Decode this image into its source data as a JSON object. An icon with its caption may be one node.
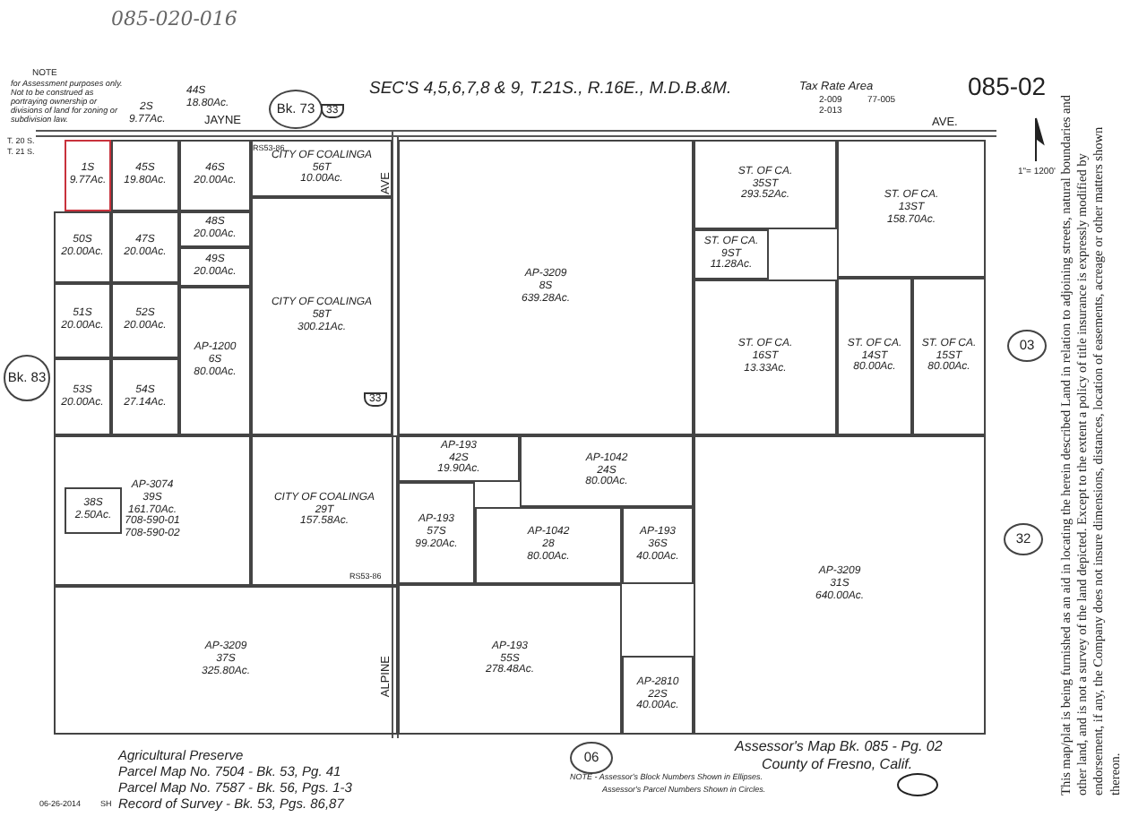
{
  "diagram": {
    "nodes": [
      {
        "text": [
          "Bk. 73"
        ]
      },
      {
        "text": [
          "1S",
          "9.77Ac."
        ]
      },
      {
        "text": [
          "45S",
          "19.80Ac."
        ]
      },
      {
        "text": [
          "46S",
          "20.00Ac."
        ]
      },
      {
        "text": [
          "50S",
          "20.00Ac."
        ]
      },
      {
        "text": [
          "47S",
          "20.00Ac."
        ]
      },
      {
        "text": [
          "48S",
          "20.00Ac."
        ]
      },
      {
        "text": [
          "49S",
          "20.00Ac."
        ]
      },
      {
        "text": [
          "CITY OF COALINGA",
          "56T",
          "10.00Ac."
        ]
      },
      {
        "text": [
          "CITY OF COALINGA",
          "58T",
          "300.21Ac."
        ]
      },
      {
        "text": [
          "AP-3209",
          "8S",
          "639.28Ac."
        ]
      },
      {
        "text": [
          "ST. OF CA.",
          "35ST",
          "293.52Ac."
        ]
      },
      {
        "text": [
          "ST. OF CA.",
          "13ST",
          "158.70Ac."
        ]
      },
      {
        "text": [
          "ST. OF CA.",
          "9ST",
          "11.28Ac."
        ]
      },
      {
        "text": [
          "ST. OF CA.",
          "16ST",
          "13.33Ac."
        ]
      },
      {
        "text": [
          "ST. OF CA.",
          "14ST",
          "80.00Ac."
        ]
      },
      {
        "text": [
          "ST. OF CA.",
          "15ST",
          "80.00Ac."
        ]
      },
      {
        "text": [
          "03"
        ]
      },
      {
        "text": [
          "51S",
          "20.00Ac."
        ]
      },
      {
        "text": [
          "52S",
          "20.00Ac."
        ]
      },
      {
        "text": [
          "AP-1200",
          "6S",
          "80.00Ac."
        ]
      },
      {
        "text": [
          "53S",
          "20.00Ac."
        ]
      },
      {
        "text": [
          "54S",
          "27.14Ac."
        ]
      },
      {
        "text": [
          "Bk. 83"
        ]
      },
      {
        "text": [
          "AP-3074",
          "39S",
          "161.70Ac.",
          "708-590-01",
          "708-590-02"
        ]
      },
      {
        "text": [
          "38S",
          "2.50Ac."
        ],
        "in": 24
      },
      {
        "text": [
          "CITY OF COALINGA",
          "29T",
          "157.58Ac."
        ]
      },
      {
        "text": [
          "AP-193",
          "42S",
          "19.90Ac."
        ]
      },
      {
        "text": [
          "AP-193",
          "57S",
          "99.20Ac."
        ]
      },
      {
        "text": [
          "AP-1042",
          "24S",
          "80.00Ac."
        ]
      },
      {
        "text": [
          "AP-1042",
          "28",
          "80.00Ac."
        ]
      },
      {
        "text": [
          "AP-193",
          "36S",
          "40.00Ac."
        ]
      },
      {
        "text": [
          "32"
        ]
      },
      {
        "text": [
          "AP-3209",
          "37S",
          "325.80Ac."
        ]
      },
      {
        "text": [
          "AP-193",
          "55S",
          "278.48Ac."
        ]
      },
      {
        "text": [
          "AP-2810",
          "22S",
          "40.00Ac."
        ]
      },
      {
        "text": [
          "AP-3209",
          "31S",
          "640.00Ac."
        ]
      },
      {
        "text": [
          "06"
        ]
      }
    ],
    "labels": [
      "085-020-016",
      "NOTE",
      "for Assessment purposes only. Not to be construed as portraying ownership or divisions of land for zoning or subdivision law.",
      "44S",
      "18.80Ac.",
      "2S",
      "9.77Ac.",
      "JAYNE",
      "SEC'S 4,5,6,7,8 & 9, T.21S., R.16E., M.D.B.&M.",
      "Tax Rate Area",
      "2-009",
      "77-005",
      "2-013",
      "085-02",
      "AVE.",
      "1\"= 1200'",
      "33",
      "AVE",
      "33",
      "RS53-86",
      "RS53-86",
      "ALPINE",
      "T. 20 S.",
      "T. 21 S.",
      "Agricultural Preserve",
      "Parcel Map No. 7504 - Bk. 53, Pg. 41",
      "Parcel Map No. 7587 - Bk. 56, Pgs. 1-3",
      "Record of Survey - Bk. 53, Pgs. 86,87",
      "06-26-2014",
      "SH",
      "Assessor's Map Bk. 085 - Pg. 02",
      "County of Fresno, Calif.",
      "NOTE - Assessor's Block Numbers Shown in Ellipses.",
      "Assessor's Parcel Numbers Shown in Circles.",
      "This map/plat is being furnished as an aid in locating the herein described Land in relation to adjoining streets, natural boundaries and other land, and is not a survey of the land depicted. Except to the extent a policy of title insurance is expressly modified by endorsement, if any, the Company does not insure dimensions, distances, location of easements, acreage or other matters shown thereon."
    ]
  }
}
